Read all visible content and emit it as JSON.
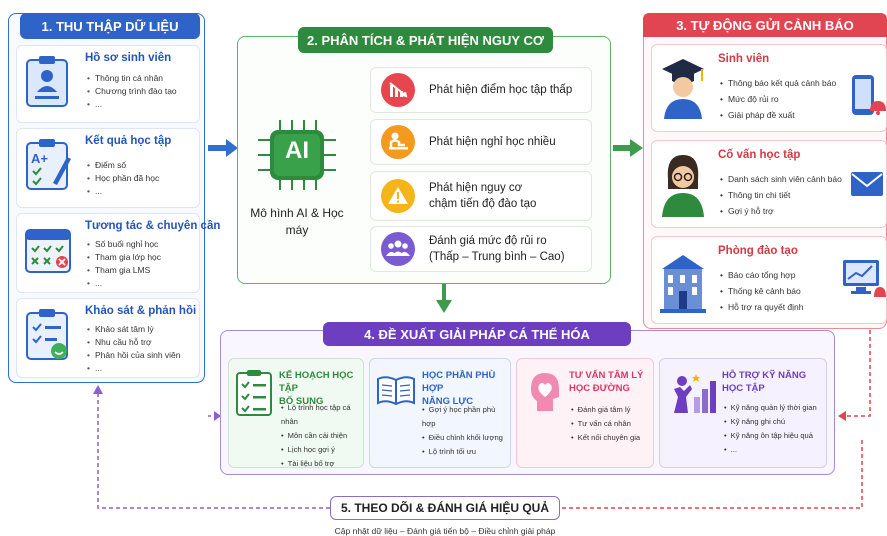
{
  "section1": {
    "title": "1. THU THẬP DỮ LIỆU",
    "cards": [
      {
        "title": "Hồ sơ sinh viên",
        "items": [
          "Thông tin cá nhân",
          "Chương trình đào tạo",
          "..."
        ]
      },
      {
        "title": "Kết quả học tập",
        "items": [
          "Điểm số",
          "Học phần đã học",
          "..."
        ]
      },
      {
        "title": "Tương tác & chuyên cần",
        "items": [
          "Số buổi nghỉ học",
          "Tham gia lớp học",
          "Tham gia LMS",
          "..."
        ]
      },
      {
        "title": "Khảo sát & phản hồi",
        "items": [
          "Khảo sát tâm lý",
          "Nhu cầu hỗ trợ",
          "Phản hồi của sinh viên",
          "..."
        ]
      }
    ]
  },
  "section2": {
    "title": "2. PHÂN TÍCH & PHÁT HIỆN NGUY CƠ",
    "chip_text": "AI",
    "model_label": "Mô hình AI & Học máy",
    "items": [
      {
        "text": "Phát hiện điểm học tập thấp",
        "color": "#e8464f",
        "icon": "chart-down-icon"
      },
      {
        "text": "Phát hiện nghỉ học nhiều",
        "color": "#f39a1f",
        "icon": "desk-icon"
      },
      {
        "text_line1": "Phát hiện nguy cơ",
        "text_line2": "chậm tiến độ  đào tạo",
        "color": "#f6b41b",
        "icon": "warning-icon"
      },
      {
        "text_line1": "Đánh giá mức độ rủi ro",
        "text_line2": "(Thấp – Trung bình – Cao)",
        "color": "#7b5bd1",
        "icon": "group-icon"
      }
    ]
  },
  "section3": {
    "title": "3. TỰ ĐỘNG GỬI CẢNH BÁO",
    "cards": [
      {
        "title": "Sinh viên",
        "items": [
          "Thông báo kết quả cảnh báo",
          "Mức độ rủi ro",
          "Giải pháp đề xuất"
        ]
      },
      {
        "title": "Cố vấn học tập",
        "items": [
          "Danh sách sinh viên cảnh báo",
          "Thông tin chi tiết",
          "Gợi ý hỗ trợ"
        ]
      },
      {
        "title": "Phòng đào tạo",
        "items": [
          "Báo cáo tổng hợp",
          "Thống kê cảnh báo",
          "Hỗ trợ ra quyết định"
        ]
      }
    ]
  },
  "section4": {
    "title": "4. ĐỀ XUẤT GIẢI PHÁP CÁ THỂ HÓA",
    "cards": [
      {
        "title_line1": "KẾ HOẠCH HỌC TẬP",
        "title_line2": "BỔ SUNG",
        "items": [
          "Lộ trình học tập cá nhân",
          "Môn cần cải thiện",
          "Lịch học gợi ý",
          "Tài liệu bổ trợ"
        ],
        "color": "#2e8b3d"
      },
      {
        "title_line1": "HỌC PHẦN PHÙ HỢP",
        "title_line2": "NĂNG LỰC",
        "items": [
          "Gợi ý học phần phù hợp",
          "Điều chỉnh khối lượng",
          "Lộ trình tối ưu"
        ],
        "color": "#2e63c7"
      },
      {
        "title_line1": "TƯ VẤN TÂM LÝ",
        "title_line2": "HỌC ĐƯỜNG",
        "items": [
          "Đánh giá tâm lý",
          "Tư vấn cá nhân",
          "Kết nối chuyên gia"
        ],
        "color": "#d9366a"
      },
      {
        "title_line1": "HỖ TRỢ KỸ NĂNG",
        "title_line2": "HỌC TẬP",
        "items": [
          "Kỹ năng quản lý thời gian",
          "Kỹ năng ghi chú",
          "Kỹ năng ôn tập hiệu quả",
          "..."
        ],
        "color": "#6d3fc0"
      }
    ]
  },
  "section5": {
    "title": "5. THEO DÕI & ĐÁNH GIÁ HIỆU QUẢ",
    "subtitle": "Cập nhật dữ liệu – Đánh giá tiến bộ – Điều chỉnh giải pháp"
  }
}
